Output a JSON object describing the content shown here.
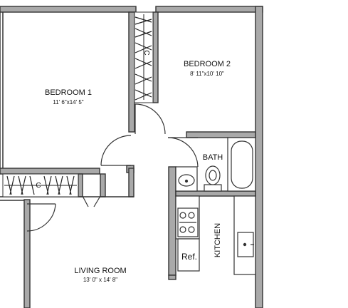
{
  "rooms": {
    "bedroom1": {
      "name": "BEDROOM 1",
      "size": "11' 6\"x14' 5\""
    },
    "bedroom2": {
      "name": "BEDROOM 2",
      "size": "8' 11\"x10' 10\""
    },
    "living": {
      "name": "LIVING ROOM",
      "size": "13' 0\" x 14' 8\""
    },
    "bath": {
      "name": "BATH"
    },
    "kitchen": {
      "name": "KITCHEN"
    }
  },
  "fixtures": {
    "closet_bedroom2": "C",
    "closet_bedroom1": "C",
    "refrigerator": "Ref."
  }
}
